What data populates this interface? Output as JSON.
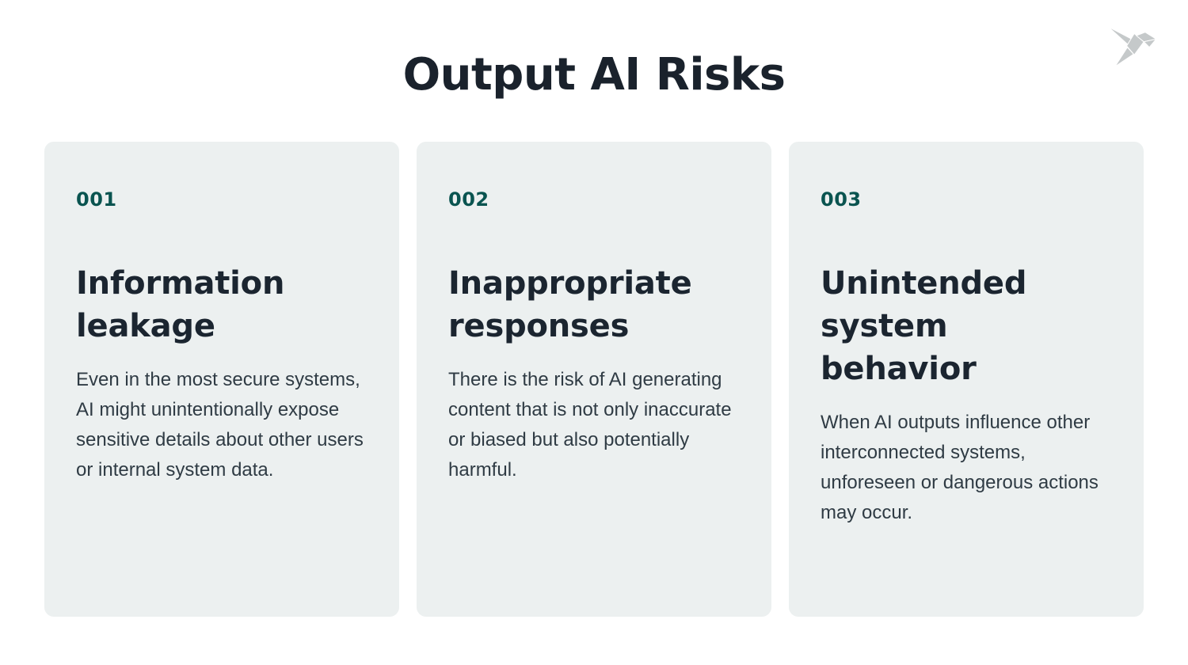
{
  "slide": {
    "title": "Output AI Risks"
  },
  "logo": {
    "name": "origami-bird-logo"
  },
  "cards": [
    {
      "number": "001",
      "title": "Information leakage",
      "description": "Even in the most secure systems, AI might unintentionally expose sensitive details about other users or internal system data."
    },
    {
      "number": "002",
      "title": "Inappropriate responses",
      "description": "There is the risk of AI generating content that is not only inaccurate or biased but also potentially harmful."
    },
    {
      "number": "003",
      "title": "Unintended system behavior",
      "description": "When AI outputs influence other interconnected systems, unforeseen or dangerous actions may occur."
    }
  ],
  "colors": {
    "page_background": "#ffffff",
    "title_text": "#1a222c",
    "card_background": "#ecf0f0",
    "card_number": "#0a5450",
    "card_title": "#1b2530",
    "card_body": "#2f3b44",
    "logo_gray": "#c5c9ca"
  }
}
